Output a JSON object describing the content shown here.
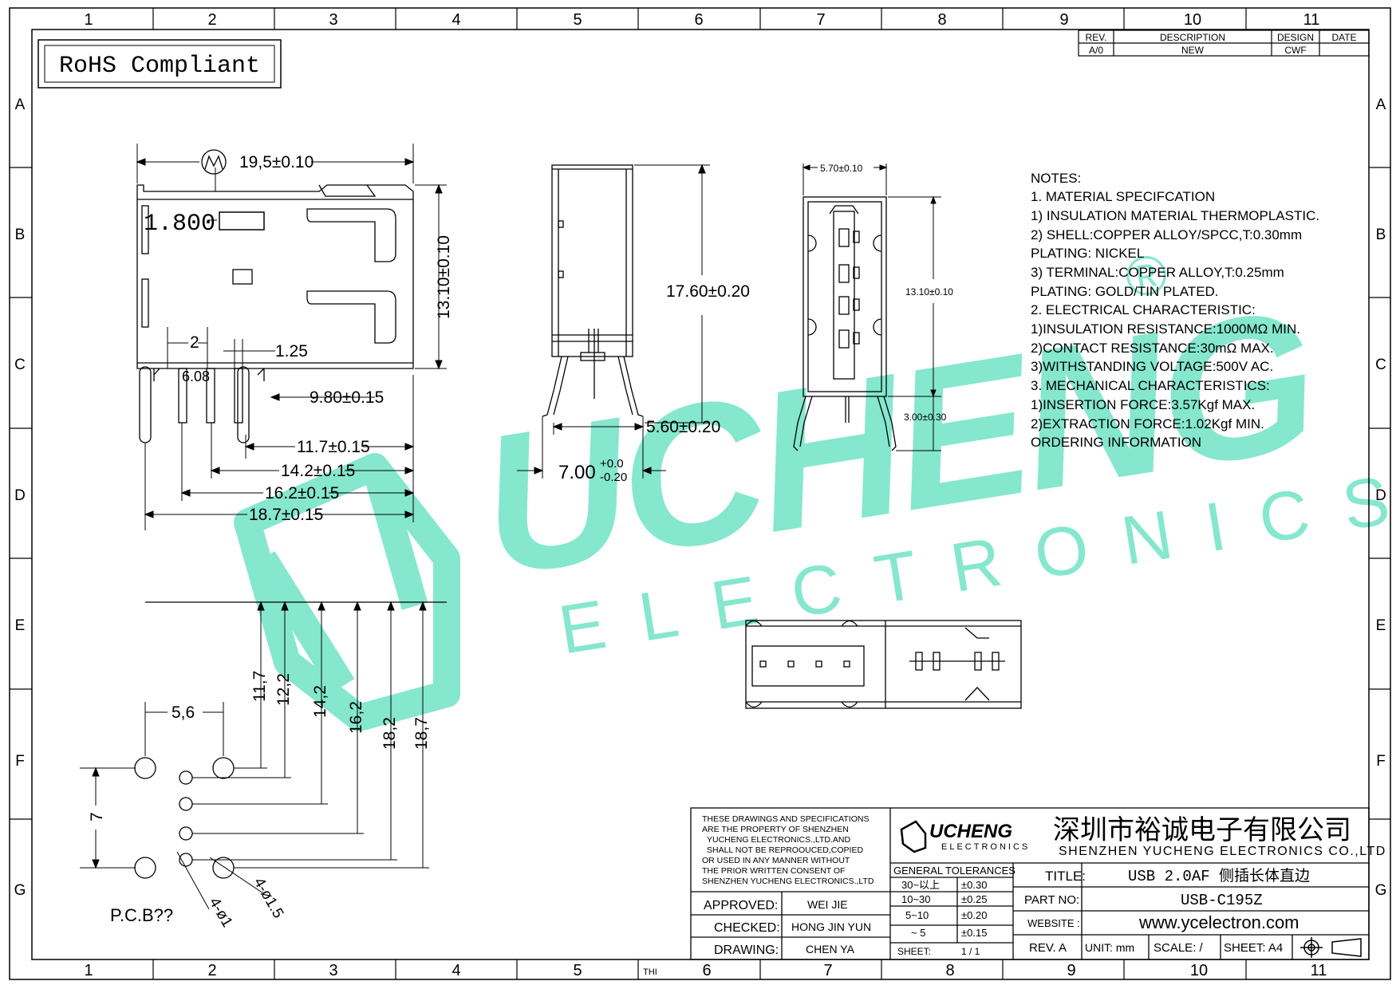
{
  "frame": {
    "col_numbers": [
      "1",
      "2",
      "3",
      "4",
      "5",
      "6",
      "7",
      "8",
      "9",
      "10",
      "11"
    ],
    "row_letters": [
      "A",
      "B",
      "C",
      "D",
      "E",
      "F",
      "G"
    ],
    "bottom_mark": "THI"
  },
  "rohs": "RoHS Compliant",
  "revision_table": {
    "headers": [
      "REV.",
      "DESCRIPTION",
      "DESIGN",
      "DATE"
    ],
    "row": [
      "A/0",
      "NEW",
      "CWF",
      ""
    ]
  },
  "watermark": {
    "brand": "UCHENG",
    "sub": "ELECTRONICS",
    "registered": "®",
    "color": "#7fe6cc"
  },
  "front_view": {
    "width_dim": "19,5±0.10",
    "height_dim": "13.10±0.10",
    "label_1800": "1.800",
    "dim_2": "2",
    "dim_125": "1.25",
    "dim_608": "6.08",
    "dim_980": "9.80±0.15",
    "dim_117": "11.7±0.15",
    "dim_142": "14.2±0.15",
    "dim_162": "16.2±0.15",
    "dim_187": "18.7±0.15"
  },
  "side_view": {
    "height_dim": "17.60±0.20",
    "pin_gap_dim": "5.60±0.20",
    "pitch_main": "7.00",
    "pitch_tol_upper": "+0.0",
    "pitch_tol_lower": "-0.20"
  },
  "end_view": {
    "width_dim": "5.70±0.10",
    "height_dim": "13.10±0.10",
    "pin_dim": "3.00±0.30"
  },
  "notes": {
    "lines": [
      "NOTES:",
      "1. MATERIAL SPECIFCATION",
      "1)  INSULATION MATERIAL THERMOPLASTIC.",
      "2)  SHELL:COPPER ALLOY/SPCC,T:0.30mm",
      "     PLATING: NICKEL",
      "3)  TERMINAL:COPPER ALLOY,T:0.25mm",
      "     PLATING: GOLD/TIN PLATED.",
      "2. ELECTRICAL CHARACTERISTIC:",
      "   1)INSULATION RESISTANCE:1000MΩ MIN.",
      "   2)CONTACT RESISTANCE:30mΩ MAX.",
      "   3)WITHSTANDING VOLTAGE:500V AC.",
      "3. MECHANICAL CHARACTERISTICS:",
      "   1)INSERTION FORCE:3.57Kgf MAX.",
      "   2)EXTRACTION FORCE:1.02Kgf MIN.",
      " ORDERING INFORMATION"
    ]
  },
  "pcb": {
    "dim_56": "5,6",
    "dim_7": "7",
    "vertical_dims": [
      "11,7",
      "12,2",
      "14,2",
      "16,2",
      "18,2",
      "18,7"
    ],
    "hole_small": "4-ø1",
    "hole_large": "4-ø1.5",
    "label": "P.C.B??"
  },
  "title_block": {
    "disclaimer": [
      "THESE DRAWINGS AND SPECIFICATIONS",
      "ARE THE PROPERTY OF SHENZHEN",
      "YUCHENG ELECTRONICS.,LTD.AND",
      "SHALL NOT BE REPROOUCED,COPIED",
      "OR USED IN ANY MANNER WITHOUT",
      "THE PRIOR WRITTEN CONSENT OF",
      "SHENZHEN YUCHENG ELECTRONICS.,LTD"
    ],
    "logo_text": "UCHENG",
    "logo_sub": "ELECTRONICS",
    "company_cn": "深圳市裕诚电子有限公司",
    "company_en": "SHENZHEN YUCHENG ELECTRONICS CO.,LTD",
    "approved_label": "APPROVED:",
    "approved_value": "WEI JIE",
    "checked_label": "CHECKED:",
    "checked_value": "HONG JIN YUN",
    "drawing_label": "DRAWING:",
    "drawing_value": "CHEN YA",
    "tolerances_header": "GENERAL TOLERANCES",
    "tolerances": [
      {
        "range": "30~以上",
        "tol": "±0.30"
      },
      {
        "range": "10~30",
        "tol": "±0.25"
      },
      {
        "range": "5~10",
        "tol": "±0.20"
      },
      {
        "range": "~ 5",
        "tol": "±0.15"
      }
    ],
    "sheet_label": "SHEET:",
    "sheet_value": "1 / 1",
    "title_label": "TITLE:",
    "title_value": "USB 2.0AF 侧插长体直边",
    "part_label": "PART NO:",
    "part_value": "USB-C195Z",
    "website_label": "WEBSITE :",
    "website_value": "www.ycelectron.com",
    "rev": "REV. A",
    "unit": "UNIT: mm",
    "scale": "SCALE: /",
    "sheet_size": "SHEET: A4"
  }
}
